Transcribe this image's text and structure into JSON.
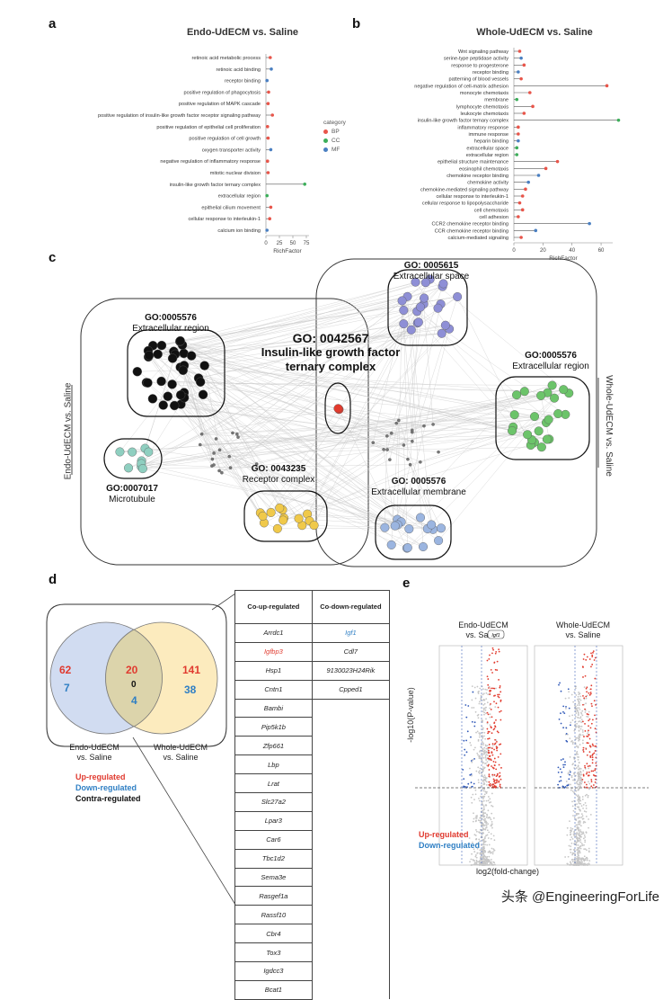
{
  "panel_labels": {
    "a": "a",
    "b": "b",
    "c": "c",
    "d": "d",
    "e": "e"
  },
  "panel_a": {
    "title": "Endo-UdECM vs. Saline",
    "xlabel": "RichFactor",
    "ticks": [
      "0",
      "25",
      "50",
      "75"
    ],
    "legend_title": "category",
    "legend": [
      {
        "name": "BP",
        "color": "#e8554a"
      },
      {
        "name": "CC",
        "color": "#3cae5a"
      },
      {
        "name": "MF",
        "color": "#4a7fc1"
      }
    ],
    "terms": [
      {
        "label": "retinoic acid metabolic process",
        "value": 8,
        "cat": "BP"
      },
      {
        "label": "retinoic acid binding",
        "value": 10,
        "cat": "MF"
      },
      {
        "label": "receptor binding",
        "value": 2,
        "cat": "MF"
      },
      {
        "label": "positive regulation of phagocytosis",
        "value": 5,
        "cat": "BP"
      },
      {
        "label": "positive regulation of MAPK cascade",
        "value": 4,
        "cat": "BP"
      },
      {
        "label": "positive regulation of insulin-like growth factor receptor signaling pathway",
        "value": 12,
        "cat": "BP"
      },
      {
        "label": "positive regulation of epithelial cell proliferation",
        "value": 3,
        "cat": "BP"
      },
      {
        "label": "positive regulation of cell growth",
        "value": 4,
        "cat": "BP"
      },
      {
        "label": "oxygen transporter activity",
        "value": 9,
        "cat": "MF"
      },
      {
        "label": "negative regulation of inflammatory response",
        "value": 3,
        "cat": "BP"
      },
      {
        "label": "mitotic nuclear division",
        "value": 4,
        "cat": "BP"
      },
      {
        "label": "insulin-like growth factor ternary complex",
        "value": 72,
        "cat": "CC"
      },
      {
        "label": "extracellular region",
        "value": 2,
        "cat": "CC"
      },
      {
        "label": "epithelial cilium movement",
        "value": 9,
        "cat": "BP"
      },
      {
        "label": "cellular response to interleukin-1",
        "value": 7,
        "cat": "BP"
      },
      {
        "label": "calcium ion binding",
        "value": 2,
        "cat": "MF"
      }
    ]
  },
  "panel_b": {
    "title": "Whole-UdECM vs. Saline",
    "xlabel": "RichFactor",
    "ticks": [
      "0",
      "20",
      "40",
      "60"
    ],
    "terms": [
      {
        "label": "Wnt signaling pathway",
        "value": 4,
        "cat": "BP"
      },
      {
        "label": "serine-type peptidase activity",
        "value": 5,
        "cat": "MF"
      },
      {
        "label": "response to progesterone",
        "value": 7,
        "cat": "BP"
      },
      {
        "label": "receptor binding",
        "value": 3,
        "cat": "MF"
      },
      {
        "label": "patterning of blood vessels",
        "value": 5,
        "cat": "BP"
      },
      {
        "label": "negative regulation of cell-matrix adhesion",
        "value": 64,
        "cat": "BP"
      },
      {
        "label": "monocyte chemotaxis",
        "value": 11,
        "cat": "BP"
      },
      {
        "label": "membrane",
        "value": 2,
        "cat": "CC"
      },
      {
        "label": "lymphocyte chemotaxis",
        "value": 13,
        "cat": "BP"
      },
      {
        "label": "leukocyte chemotaxis",
        "value": 7,
        "cat": "BP"
      },
      {
        "label": "insulin-like growth factor ternary complex",
        "value": 72,
        "cat": "CC"
      },
      {
        "label": "inflammatory response",
        "value": 3,
        "cat": "BP"
      },
      {
        "label": "immune response",
        "value": 3,
        "cat": "BP"
      },
      {
        "label": "heparin binding",
        "value": 3,
        "cat": "MF"
      },
      {
        "label": "extracellular space",
        "value": 2,
        "cat": "CC"
      },
      {
        "label": "extracellular region",
        "value": 2,
        "cat": "CC"
      },
      {
        "label": "epithelial structure maintenance",
        "value": 30,
        "cat": "BP"
      },
      {
        "label": "eosinophil chemotaxis",
        "value": 22,
        "cat": "BP"
      },
      {
        "label": "chemokine receptor binding",
        "value": 17,
        "cat": "MF"
      },
      {
        "label": "chemokine activity",
        "value": 10,
        "cat": "MF"
      },
      {
        "label": "chemokine-mediated signaling pathway",
        "value": 8,
        "cat": "BP"
      },
      {
        "label": "cellular response to interleukin-1",
        "value": 6,
        "cat": "BP"
      },
      {
        "label": "cellular response to lipopolysaccharide",
        "value": 4,
        "cat": "BP"
      },
      {
        "label": "cell chemotaxis",
        "value": 6,
        "cat": "BP"
      },
      {
        "label": "cell adhesion",
        "value": 3,
        "cat": "BP"
      },
      {
        "label": "CCR2 chemokine receptor binding",
        "value": 52,
        "cat": "MF"
      },
      {
        "label": "CCR chemokine receptor binding",
        "value": 15,
        "cat": "MF"
      },
      {
        "label": "calcium-mediated signaling",
        "value": 5,
        "cat": "BP"
      }
    ]
  },
  "panel_c": {
    "left_side_label": "Endo-UdECM vs. Saline",
    "right_side_label": "Whole-UdECM vs. Saline",
    "center_go": "GO: 0042567",
    "center_name_1": "Insulin-like growth factor",
    "center_name_2": "ternary complex",
    "clusters": [
      {
        "id": "GO:0005576",
        "name": "Extracellular region"
      },
      {
        "id": "GO: 0005615",
        "name": "Extracellular space"
      },
      {
        "id": "GO:0005576",
        "name": "Extracellular region"
      },
      {
        "id": "GO:0007017",
        "name": "Microtubule"
      },
      {
        "id": "GO: 0043235",
        "name": "Receptor complex"
      },
      {
        "id": "GO: 0005576",
        "name": "Extracellular membrane"
      }
    ],
    "colors": {
      "black": "#111111",
      "purple": "#8e8fd6",
      "green": "#6cc46a",
      "teal": "#8fcfc0",
      "yellow": "#f0c94a",
      "blue": "#9bb5e0",
      "red": "#e23b2e"
    }
  },
  "panel_d": {
    "endo_only_up": "62",
    "endo_only_down": "7",
    "shared_up": "20",
    "shared_contra": "0",
    "shared_down": "4",
    "whole_only_up": "141",
    "whole_only_down": "38",
    "endo_label_1": "Endo-UdECM",
    "endo_label_2": "vs. Saline",
    "whole_label_1": "Whole-UdECM",
    "whole_label_2": "vs. Saline",
    "legend_up": "Up-regulated",
    "legend_down": "Down-regulated",
    "legend_contra": "Contra-regulated",
    "table_head_up": "Co-up-regulated",
    "table_head_down": "Co-down-regulated",
    "co_up": [
      "Arrdc1",
      "Igfbp3",
      "Hsp1",
      "Cntn1",
      "Bambi",
      "Pip5k1b",
      "Zfp661",
      "Lbp",
      "Lrat",
      "Slc27a2",
      "Lpar3",
      "Car6",
      "Tbc1d2",
      "Sema3e",
      "Rasgef1a",
      "Rassf10",
      "Cbr4",
      "Tox3",
      "Igdcc3",
      "Bcat1"
    ],
    "co_down": [
      "Igf1",
      "Cdl7",
      "9130023H24Rik",
      "Cpped1"
    ]
  },
  "panel_e": {
    "plot1_title_1": "Endo-UdECM",
    "plot1_title_2": "vs. Saline",
    "plot2_title_1": "Whole-UdECM",
    "plot2_title_2": "vs. Saline",
    "ylabel": "-log10(P-value)",
    "xlabel": "log2(fold-change)",
    "legend_up": "Up-regulated",
    "legend_down": "Down-regulated",
    "callout": "Igf1"
  },
  "watermark": "头条 @EngineeringForLife"
}
